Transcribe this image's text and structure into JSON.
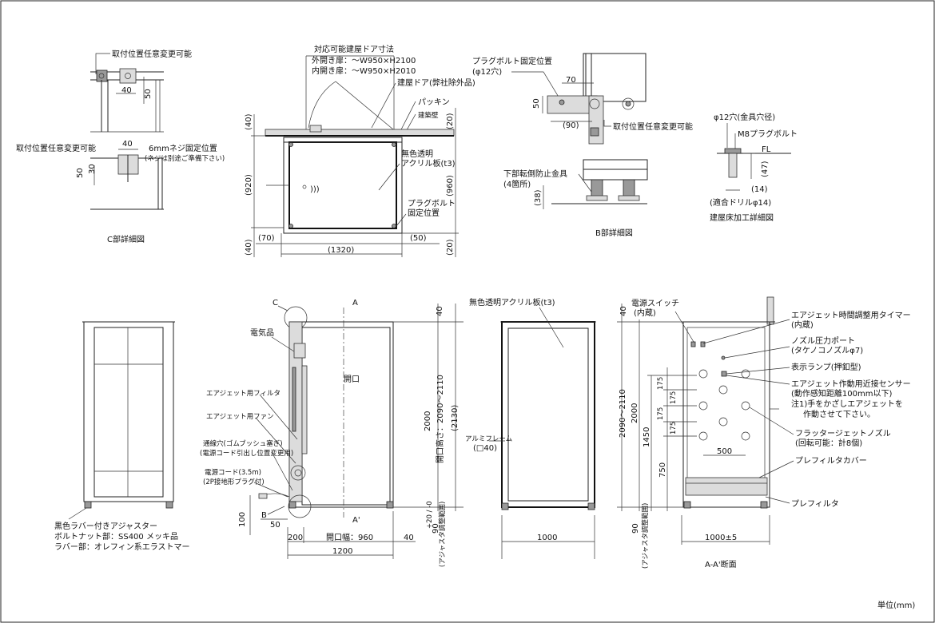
{
  "unit_label": "単位(mm)",
  "section_c": {
    "title": "C部詳細図",
    "top_note": "取付位置任意変更可能",
    "dim_40": "40",
    "dim_50": "50",
    "bottom_note": "取付位置任意変更可能",
    "screw_note": "6mmネジ固定位置",
    "screw_sub": "(ネジは別途ご準備下さい)",
    "dim_40b": "40",
    "dim_30": "30",
    "dim_50b": "50"
  },
  "plan_view": {
    "door_title": "対応可能建屋ドア寸法",
    "door_outer": "外開き扉：〜W950×H2100",
    "door_inner": "内開き扉：〜W950×H2010",
    "door_label": "建屋ドア(弊社除外品)",
    "packing": "パッキン",
    "wall": "建築壁",
    "acrylic1": "無色透明",
    "acrylic2": "アクリル板(t3)",
    "anchor1": "プラグボルト",
    "anchor2": "固定位置",
    "dim_40_top": "(40)",
    "dim_920": "(920)",
    "dim_40_bot": "(40)",
    "dim_20_top": "(20)",
    "dim_960": "(960)",
    "dim_20_bot": "(20)",
    "dim_70": "(70)",
    "dim_50": "(50)",
    "dim_1320": "(1320)"
  },
  "section_b": {
    "title": "B部詳細図",
    "plug_note": "プラグボルト固定位置",
    "plug_sub": "(φ12穴)",
    "dim_70": "70",
    "dim_50": "50",
    "dim_90": "(90)",
    "mount_note": "取付位置任意変更可能",
    "tip_note": "下部転倒防止金具",
    "tip_sub": "(4箇所)",
    "dim_38": "(38)"
  },
  "floor_detail": {
    "title": "建屋床加工詳細図",
    "hole": "φ12穴(金具穴径)",
    "bolt": "M8プラグボルト",
    "fl": "FL",
    "dim_47": "(47)",
    "dim_14": "(14)",
    "drill": "(適合ドリルφ14)"
  },
  "side_view": {
    "left_title1": "黒色ラバー付きアジャスター",
    "left_title2": "ボルトナット部：SS400 メッキ品",
    "left_title3": "ラバー部：オレフィン系エラストマー",
    "c_mark": "C",
    "a_top": "A",
    "a_bot": "A'",
    "b_mark": "B",
    "electrical": "電気品",
    "filter": "エアジェット用フィルタ",
    "fan": "エアジェット用ファン",
    "hole1": "通線穴(ゴムブッシュ塞ぎ)",
    "hole2": "(電源コード引出し位置変更用)",
    "cord1": "電源コード(3.5m)",
    "cord2": "(2P接地形プラグ付)",
    "opening": "開口",
    "dim_40_top": "40",
    "dim_opening_h": "開口高さ：2090〜2110",
    "dim_2000": "2000",
    "dim_2130": "(2130)",
    "dim_adjust": "90",
    "dim_adjust_tol": "+20 / -0",
    "dim_adjust_note": "(アジャスタ調整範囲)",
    "dim_100": "100",
    "dim_50": "50",
    "dim_200": "200",
    "dim_opening_w": "開口幅：960",
    "dim_40_r": "40",
    "dim_1200": "1200"
  },
  "front_view": {
    "acrylic": "無色透明アクリル板(t3)",
    "frame": "アルミフレーム",
    "frame_sub": "(□40)",
    "dim_1000": "1000"
  },
  "section_aa": {
    "title": "A-A'断面",
    "switch1": "電源スイッチ",
    "switch2": "(内蔵)",
    "timer1": "エアジェット時間調整用タイマー",
    "timer2": "(内蔵)",
    "port1": "ノズル圧力ポート",
    "port2": "(タケノコノズルφ7)",
    "lamp": "表示ランプ(押釦型)",
    "sensor1": "エアジェット作動用近接センサー",
    "sensor2": "(動作感知距離100mm以下)",
    "sensor3": "注1)手をかざしエアジェットを",
    "sensor4": "作動させて下さい。",
    "nozzle1": "フラッタージェットノズル",
    "nozzle2": "(回転可能：計8個)",
    "cover": "プレフィルタカバー",
    "prefilter": "プレフィルタ",
    "dim_40": "40",
    "dim_range": "2090〜2110",
    "dim_2000": "2000",
    "dim_1450": "1450",
    "dim_750": "750",
    "dim_175a": "175",
    "dim_175b": "175",
    "dim_175c": "175",
    "dim_175d": "175",
    "dim_500": "500",
    "dim_1000": "1000±5",
    "dim_adjust": "90",
    "dim_adjust_note": "(アジャスタ調整範囲)"
  }
}
